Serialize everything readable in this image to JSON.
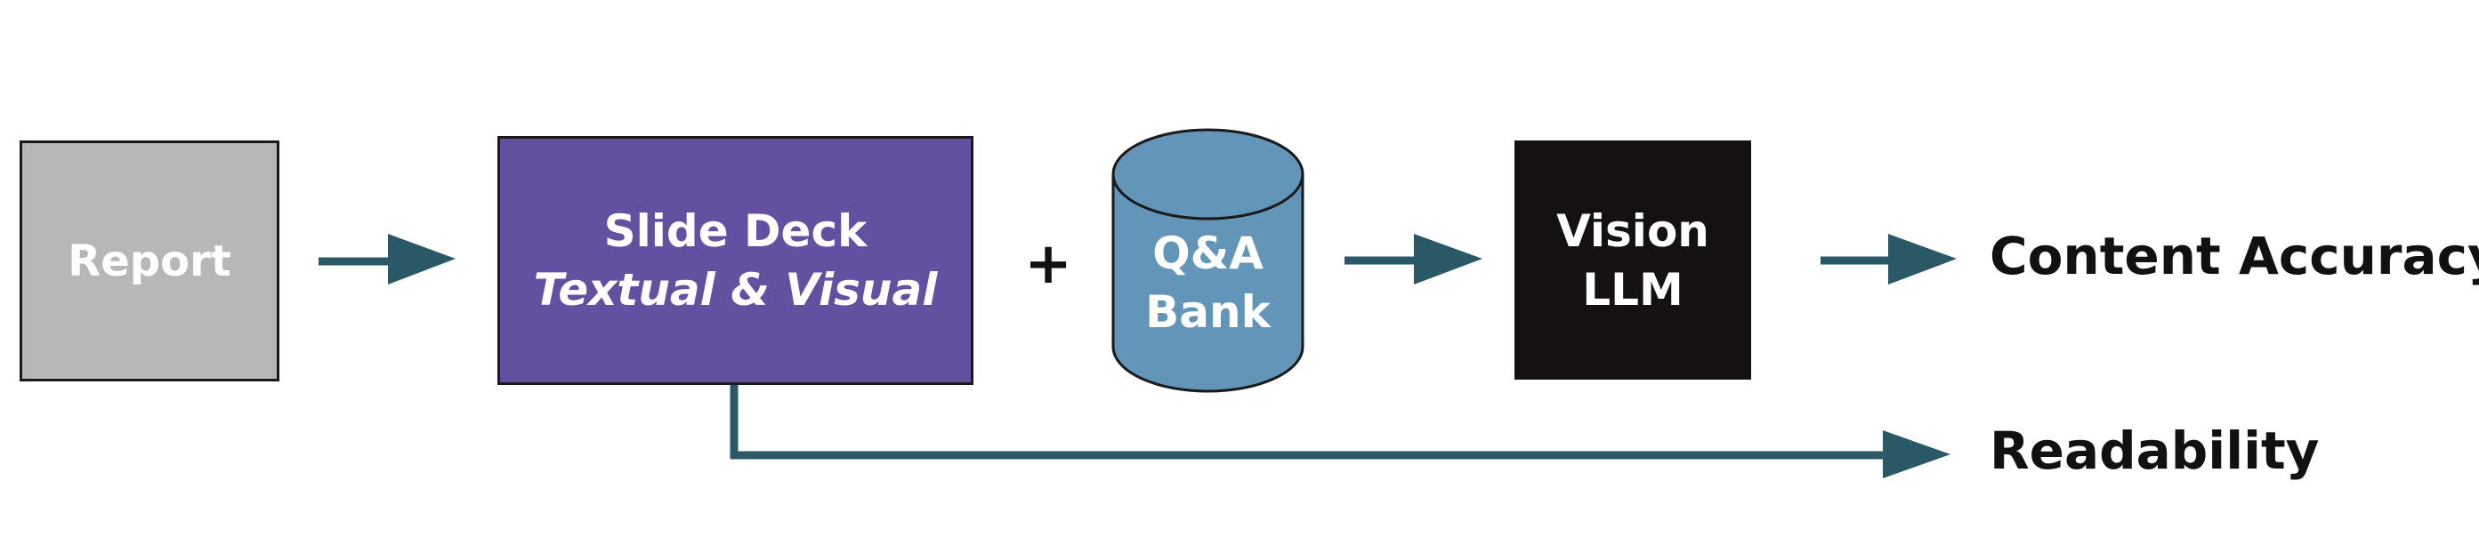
{
  "nodes": {
    "report": "Report",
    "slide_deck": {
      "title": "Slide Deck",
      "subtitle": "Textual & Visual"
    },
    "qa_bank": {
      "line1": "Q&A",
      "line2": "Bank"
    },
    "vision_llm": {
      "line1": "Vision",
      "line2": "LLM"
    }
  },
  "operator": "+",
  "outputs": {
    "content_accuracy": "Content Accuracy",
    "readability": "Readability"
  },
  "colors": {
    "report_fill": "#b7b7b7",
    "slide_deck_fill": "#6450a0",
    "qa_bank_fill": "#6395b8",
    "vision_llm_fill": "#141110",
    "arrow": "#2b5867"
  },
  "icons": [
    "database-cylinder-icon",
    "arrow-right-icon"
  ]
}
